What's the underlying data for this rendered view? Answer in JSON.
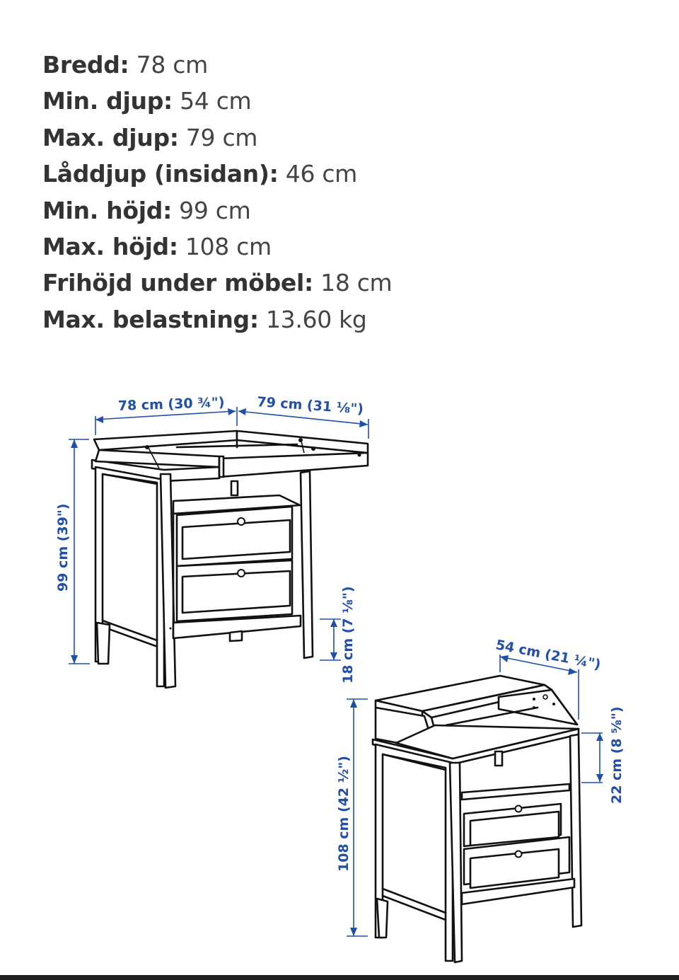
{
  "specs": [
    {
      "label": "Bredd:",
      "value": " 78 cm"
    },
    {
      "label": "Min. djup:",
      "value": " 54 cm"
    },
    {
      "label": "Max. djup:",
      "value": " 79 cm"
    },
    {
      "label": "Låddjup (insidan):",
      "value": " 46 cm"
    },
    {
      "label": "Min. höjd:",
      "value": " 99 cm"
    },
    {
      "label": "Max. höjd:",
      "value": " 108 cm"
    },
    {
      "label": "Frihöjd under möbel:",
      "value": " 18 cm"
    },
    {
      "label": "Max. belastning:",
      "value": " 13.60 kg"
    }
  ],
  "drawings": {
    "open": {
      "width_label": "78 cm (30 ¾\")",
      "depth_label": "79 cm (31 ⅛\")",
      "height_label": "99 cm (39\")",
      "clearance_label": "18 cm (7 ⅛\")"
    },
    "closed": {
      "depth_label": "54 cm (21 ¼\")",
      "height_label": "108 cm (42 ½\")",
      "shelf_gap_label": "22 cm (8 ⅝\")"
    }
  },
  "colors": {
    "text": "#333333",
    "dimension_blue": "#1f4fa8",
    "line": "#111111",
    "bottom_bar": "#1e1e1e"
  }
}
